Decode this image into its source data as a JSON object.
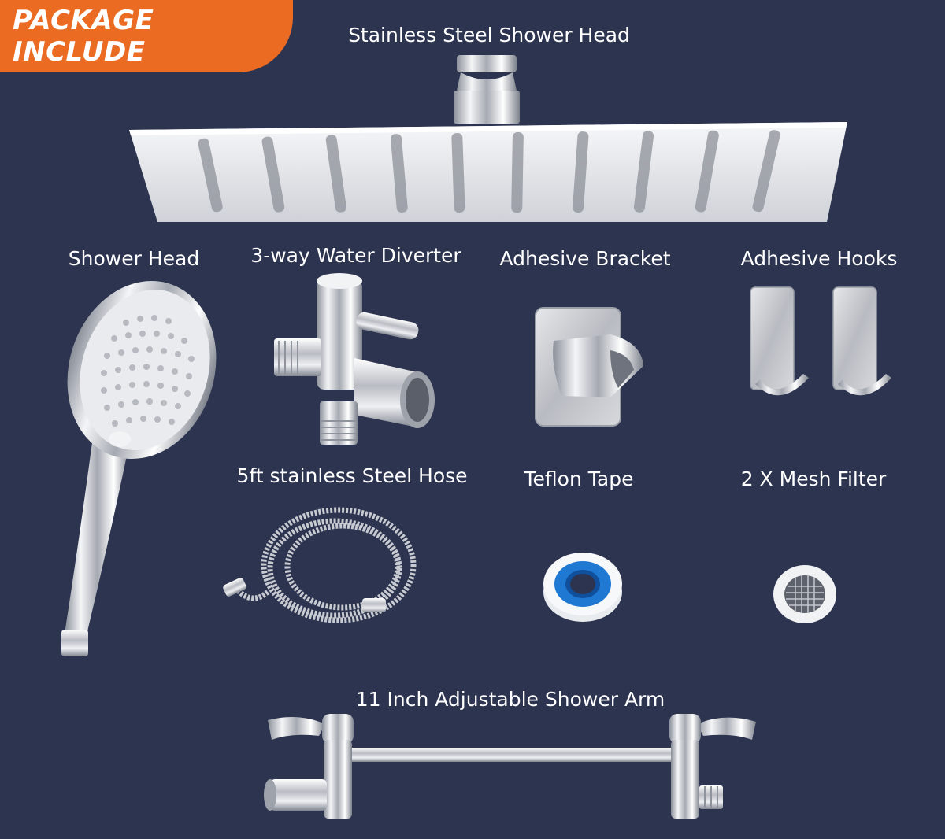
{
  "badge": {
    "text": "PACKAGE INCLUDE"
  },
  "items": {
    "rain_head": "Stainless Steel Shower Head",
    "hand_shower": "Shower Head",
    "diverter": "3-way Water Diverter",
    "bracket": "Adhesive Bracket",
    "hooks": "Adhesive Hooks",
    "hose": "5ft stainless Steel Hose",
    "tape": "Teflon Tape",
    "filter": "2 X Mesh Filter",
    "arm": "11 Inch Adjustable Shower Arm"
  },
  "colors": {
    "background": "#2d3450",
    "badge": "#ec6b23",
    "label_text": "#ffffff",
    "chrome": "#d9dbe0",
    "tape_blue": "#1f78d1"
  }
}
